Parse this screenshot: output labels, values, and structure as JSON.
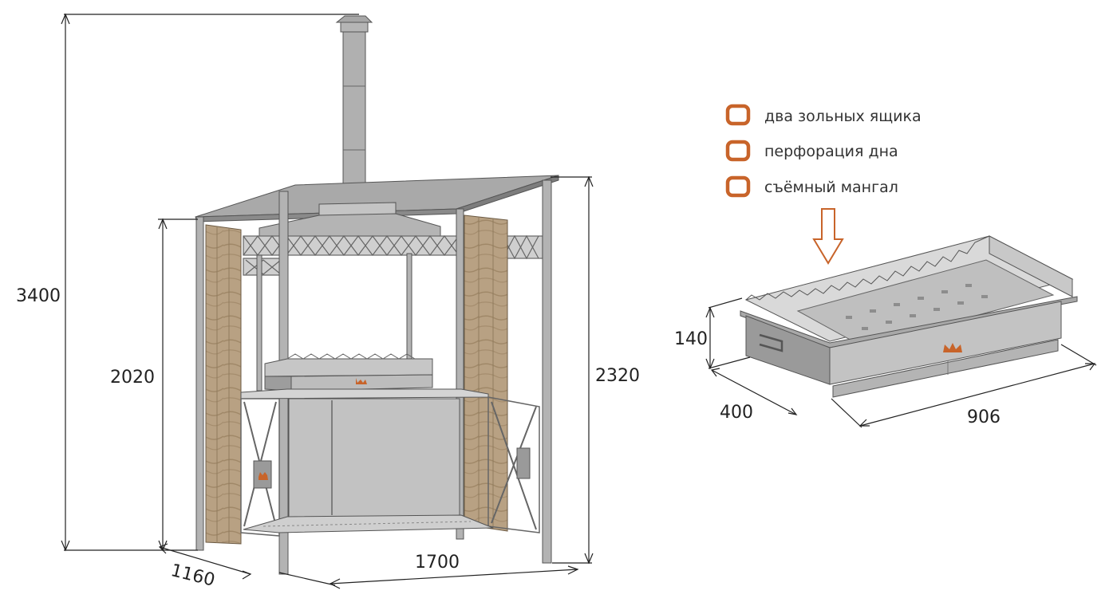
{
  "dimensions": {
    "total_height": "3400",
    "front_post_height": "2020",
    "rear_post_height": "2320",
    "depth": "1160",
    "width": "1700",
    "brazier_height": "140",
    "brazier_depth": "400",
    "brazier_length": "906"
  },
  "features": [
    {
      "label": "два зольных ящика"
    },
    {
      "label": "перфорация дна"
    },
    {
      "label": "съёмный мангал"
    }
  ],
  "colors": {
    "accent": "#c8642a",
    "metal": "#b9b9b9",
    "metal_dark": "#8e8e8e",
    "wood": "#b8a183"
  }
}
